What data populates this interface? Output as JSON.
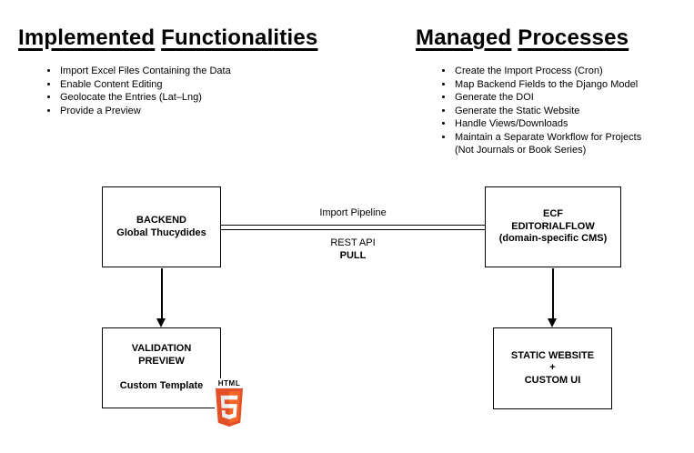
{
  "sections": {
    "left": {
      "title_words": [
        "Implemented",
        "Functionalities"
      ],
      "bullets": [
        "Import Excel Files Containing the Data",
        "Enable Content Editing",
        "Geolocate the Entries (Lat–Lng)",
        "Provide a Preview"
      ]
    },
    "right": {
      "title_words": [
        "Managed",
        "Processes"
      ],
      "bullets": [
        "Create the Import Process (Cron)",
        "Map Backend Fields to the Django Model",
        "Generate the DOI",
        "Generate the Static Website",
        "Handle Views/Downloads",
        "Maintain a Separate Workflow for Projects (Not Journals or Book Series)"
      ]
    }
  },
  "diagram": {
    "backend_box": {
      "line1": "BACKEND",
      "line2": "Global Thucydides"
    },
    "ecf_box": {
      "line1": "ECF",
      "line2": "EDITORIALFLOW",
      "line3": "(domain-specific CMS)"
    },
    "validation_box": {
      "line1": "VALIDATION",
      "line2": "PREVIEW",
      "line3": "Custom Template"
    },
    "static_box": {
      "line1": "STATIC WEBSITE",
      "line2": "+",
      "line3": "CUSTOM UI"
    },
    "connection": {
      "top_label": "Import Pipeline",
      "bottom_label_1": "REST API",
      "bottom_label_2": "PULL"
    },
    "html5_logo": {
      "wordmark": "HTML",
      "numeral": "5"
    },
    "colors": {
      "line": "#000000",
      "html5_orange": "#E34F26",
      "html5_orange_light": "#F16529",
      "html5_gray": "#EBEBEB",
      "html5_white": "#FFFFFF"
    }
  }
}
